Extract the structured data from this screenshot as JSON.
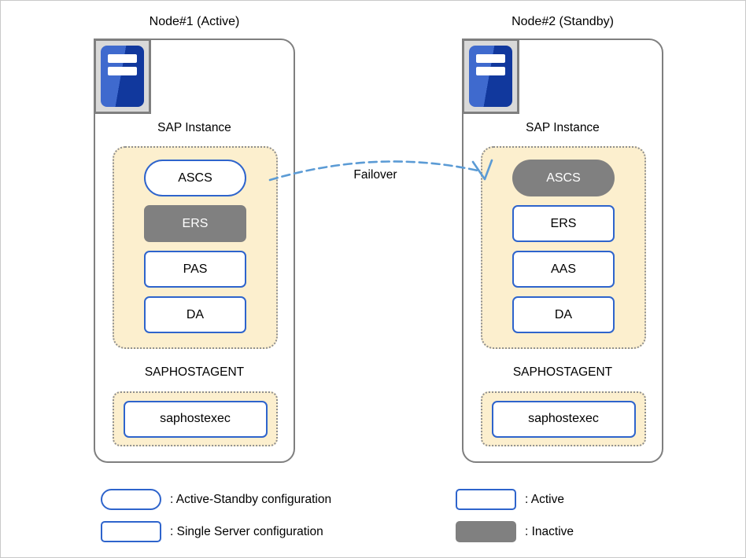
{
  "nodes": [
    {
      "title": "Node#1 (Active)",
      "sap_instance_label": "SAP Instance",
      "instance_items": [
        {
          "label": "ASCS",
          "shape": "pill",
          "state": "active"
        },
        {
          "label": "ERS",
          "shape": "rect",
          "state": "inactive"
        },
        {
          "label": "PAS",
          "shape": "rect",
          "state": "active"
        },
        {
          "label": "DA",
          "shape": "rect",
          "state": "active"
        }
      ],
      "hostagent_label": "SAPHOSTAGENT",
      "hostagent_item": {
        "label": "saphostexec",
        "state": "active"
      }
    },
    {
      "title": "Node#2 (Standby)",
      "sap_instance_label": "SAP Instance",
      "instance_items": [
        {
          "label": "ASCS",
          "shape": "pill",
          "state": "inactive"
        },
        {
          "label": "ERS",
          "shape": "rect",
          "state": "active"
        },
        {
          "label": "AAS",
          "shape": "rect",
          "state": "active"
        },
        {
          "label": "DA",
          "shape": "rect",
          "state": "active"
        }
      ],
      "hostagent_label": "SAPHOSTAGENT",
      "hostagent_item": {
        "label": "saphostexec",
        "state": "active"
      }
    }
  ],
  "failover_label": "Failover",
  "legend": {
    "items": [
      {
        "swatch": "pill-outline",
        "label": ": Active-Standby configuration"
      },
      {
        "swatch": "rect-outline",
        "label": ": Single Server configuration"
      },
      {
        "swatch": "rect-outline",
        "label": ": Active"
      },
      {
        "swatch": "rect-gray",
        "label": ": Inactive"
      }
    ]
  },
  "icons": {
    "server_icon": "server-icon"
  },
  "colors": {
    "accent_blue": "#2e64cc",
    "inactive_gray": "#808080",
    "group_cream": "#fcefce",
    "arrow_blue": "#5b9bd5",
    "node_border_gray": "#7f7f7f",
    "icon_blue_light": "#3f6ace",
    "icon_blue_dark": "#11389d"
  }
}
